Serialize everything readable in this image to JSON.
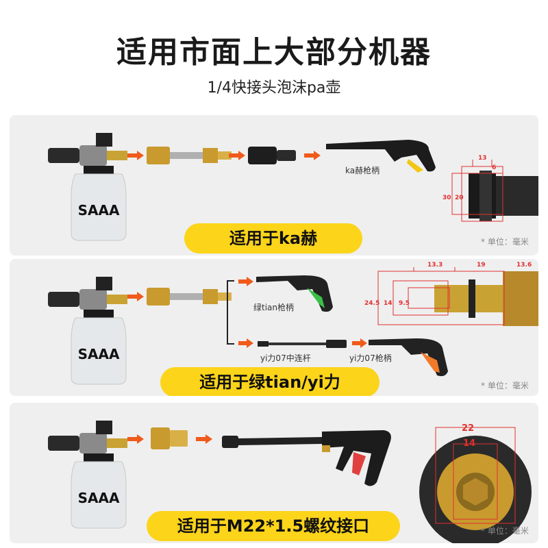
{
  "header": {
    "title": "适用市面上大部分机器",
    "subtitle": "1/4快接头泡沫pa壶"
  },
  "colors": {
    "accent_yellow": "#fcd41a",
    "arrow_orange": "#f05a1a",
    "dimension_red": "#e03030",
    "panel_bg": "#efefef"
  },
  "bottle_logo": "SAAA",
  "sections": [
    {
      "banner": "适用于ka赫",
      "gun_label": "ka赫枪柄",
      "unit": "* 单位：毫米",
      "dims": [
        "13",
        "6",
        "30",
        "20"
      ]
    },
    {
      "banner": "适用于绿tian/yi力",
      "gun_label_1": "绿tian枪柄",
      "rod_label": "yi力07中连杆",
      "gun_label_2": "yi力07枪柄",
      "unit": "* 单位：毫米",
      "dims": [
        "13.3",
        "19",
        "13.6",
        "24.5",
        "14",
        "9.5"
      ]
    },
    {
      "banner": "适用于M22*1.5螺纹接口",
      "unit": "* 单位：毫米",
      "dims": [
        "22",
        "14"
      ]
    }
  ]
}
